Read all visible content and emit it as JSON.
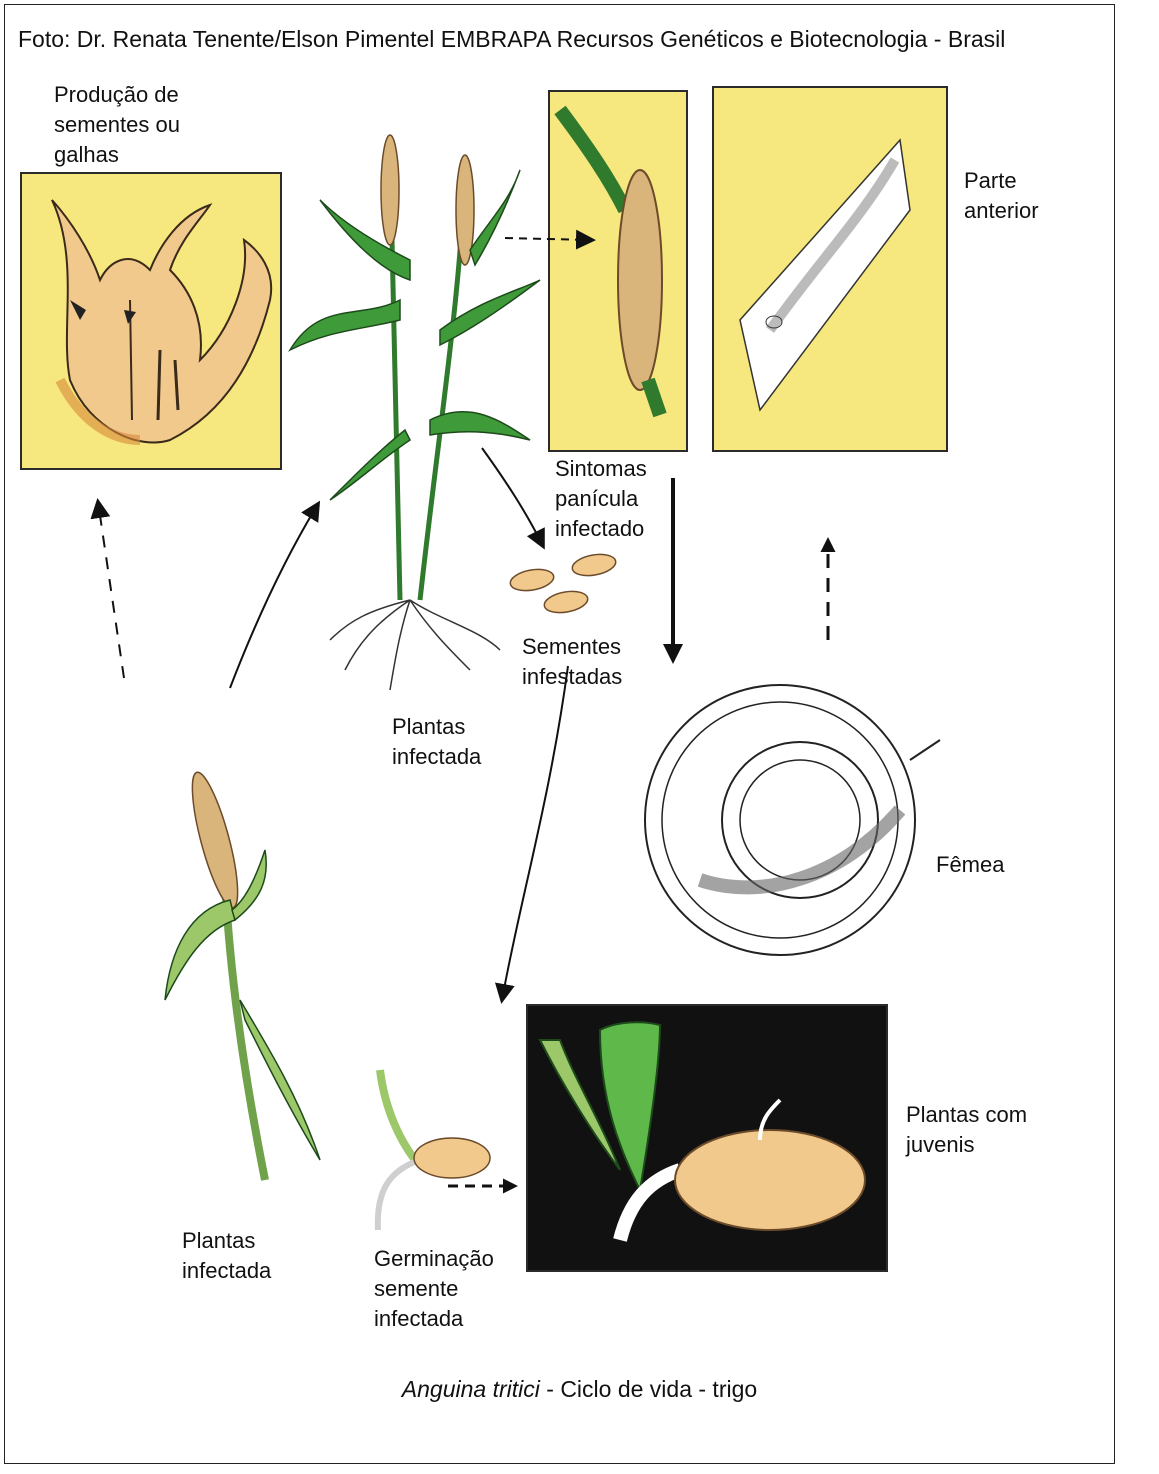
{
  "credit": "Foto: Dr. Renata Tenente/Elson Pimentel EMBRAPA Recursos Genéticos e Biotecnologia - Brasil",
  "labels": {
    "seed_gall": "Produção de\nsementes ou\ngalhas",
    "anterior": "Parte\nanterior",
    "symptoms": "Sintomas\npanícula\ninfectado",
    "infested_seeds": "Sementes\ninfestadas",
    "infected_plant_top": "Plantas\ninfectada",
    "female": "Fêmea",
    "juvenile_plants": "Plantas com\njuvenis",
    "infected_plant_bottom": "Plantas\ninfectada",
    "germination": "Germinação\nsemente\ninfectada"
  },
  "caption": {
    "species": "Anguina tritici",
    "rest": " - Ciclo de vida - trigo"
  },
  "colors": {
    "panel_yellow": "#f6e77e",
    "seed_tan": "#f1c98c",
    "leaf_green": "#3f9b3a",
    "leaf_light": "#9cc86a",
    "spike_tan": "#d9b57c"
  }
}
